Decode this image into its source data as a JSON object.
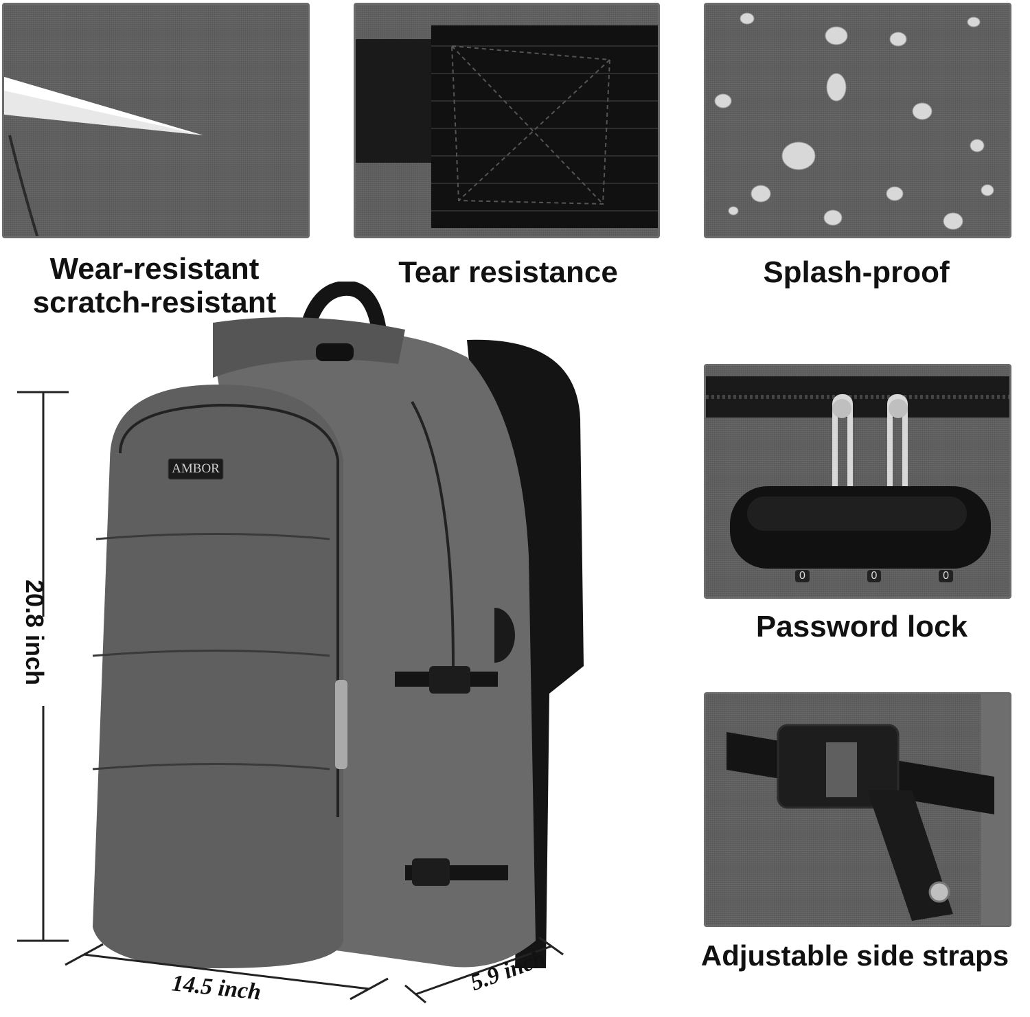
{
  "features": {
    "wear": {
      "line1": "Wear-resistant",
      "line2": "scratch-resistant"
    },
    "tear": "Tear resistance",
    "splash": "Splash-proof",
    "lock": "Password lock",
    "straps": "Adjustable side straps"
  },
  "dimensions": {
    "height": "20.8 inch",
    "width": "14.5 inch",
    "depth": "5.9 inch"
  },
  "brand": "AMBOR",
  "lock_digits": [
    "0",
    "0",
    "0"
  ],
  "colors": {
    "fabric": "#5f5f60",
    "strap": "#141414",
    "border": "#6b6b6b"
  }
}
